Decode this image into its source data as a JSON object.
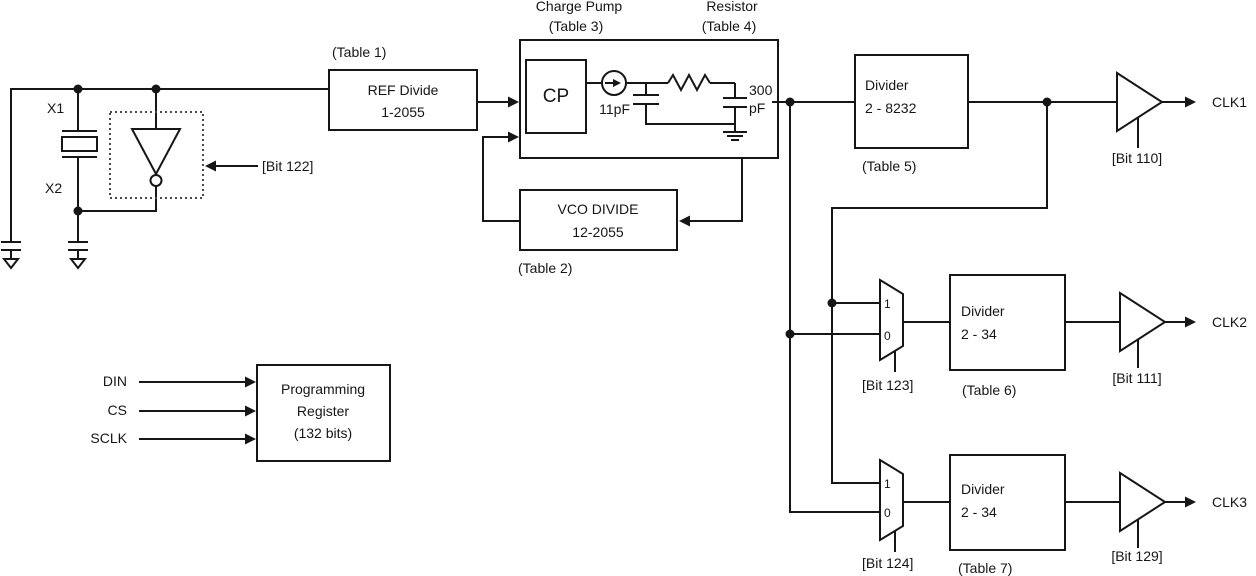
{
  "diagram": {
    "oscillator": {
      "x1_label": "X1",
      "x2_label": "X2",
      "bit_label": "[Bit 122]"
    },
    "ref_divide": {
      "table_label": "(Table 1)",
      "name": "REF Divide",
      "range": "1-2055"
    },
    "loop_filter": {
      "charge_pump_title": "Charge Pump",
      "charge_pump_table": "(Table 3)",
      "resistor_title": "Resistor",
      "resistor_table": "(Table 4)",
      "cp_label": "CP",
      "cap1_label": "11pF",
      "cap2_value": "300",
      "cap2_unit": "pF"
    },
    "vco_divide": {
      "name": "VCO DIVIDE",
      "range": "12-2055",
      "table_label": "(Table 2)"
    },
    "divider1": {
      "name": "Divider",
      "range": "2 - 8232",
      "table_label": "(Table 5)"
    },
    "divider2": {
      "name": "Divider",
      "range": "2 - 34",
      "table_label": "(Table 6)"
    },
    "divider3": {
      "name": "Divider",
      "range": "2 - 34",
      "table_label": "(Table 7)"
    },
    "mux2": {
      "input1": "1",
      "input0": "0",
      "bit_label": "[Bit 123]"
    },
    "mux3": {
      "input1": "1",
      "input0": "0",
      "bit_label": "[Bit 124]"
    },
    "buffer1": {
      "bit_label": "[Bit 110]",
      "output": "CLK1"
    },
    "buffer2": {
      "bit_label": "[Bit 111]",
      "output": "CLK2"
    },
    "buffer3": {
      "bit_label": "[Bit 129]",
      "output": "CLK3"
    },
    "register": {
      "line1": "Programming",
      "line2": "Register",
      "line3": "(132 bits)",
      "din_label": "DIN",
      "cs_label": "CS",
      "sclk_label": "SCLK"
    }
  },
  "colors": {
    "line": "#161616",
    "background": "#ffffff"
  }
}
